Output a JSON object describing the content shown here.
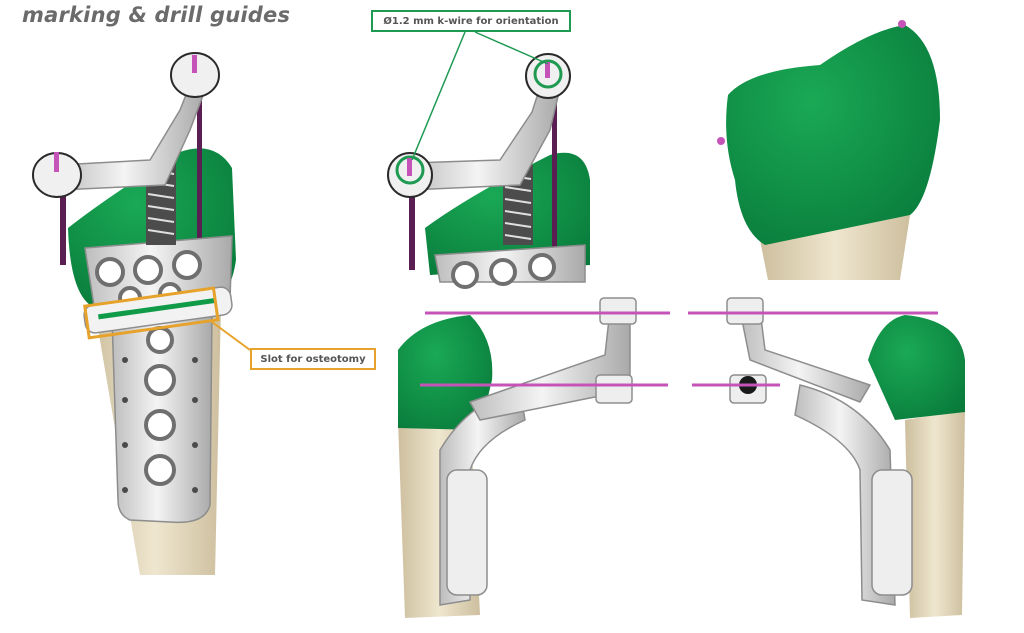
{
  "title": "marking & drill guides",
  "callouts": {
    "kwire": "Ø1.2 mm k-wire for orientation",
    "slot": "Slot for osteotomy"
  },
  "colors": {
    "bone": "#e6dcc0",
    "bone_shadow": "#cdbf9e",
    "guide_green": "#0f9b48",
    "guide_green_dark": "#0a7a37",
    "implant": "#e9e9e9",
    "implant_shadow": "#9a9a9a",
    "kwire": "#c654b8",
    "kwire_dark": "#5a1e52",
    "kwire_callout": "#1e9a52",
    "slot_callout": "#e6a22a",
    "title": "#6b6b6b"
  }
}
